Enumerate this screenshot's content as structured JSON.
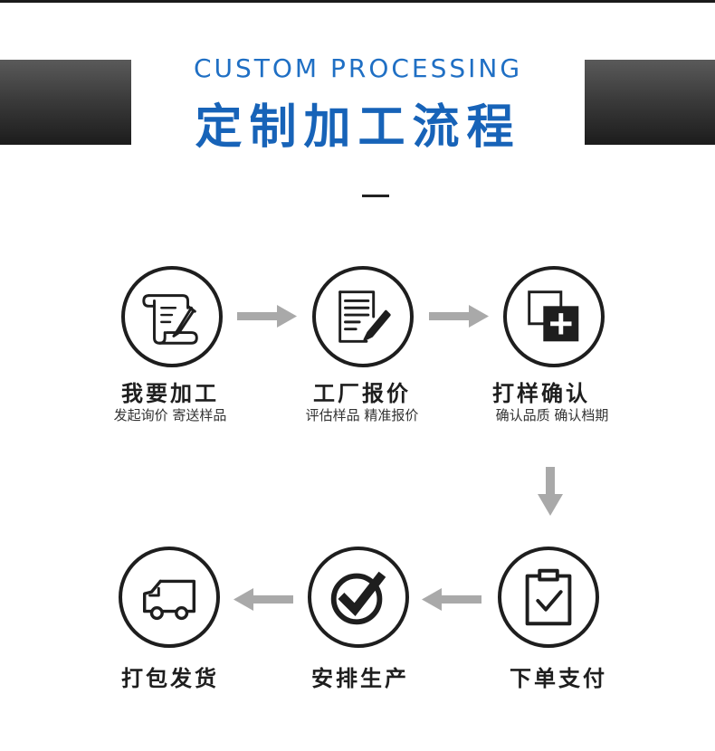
{
  "header": {
    "title_en": "CUSTOM PROCESSING",
    "title_cn": "定制加工流程"
  },
  "colors": {
    "accent": "#1763b8",
    "circle_border": "#1e1e1e",
    "arrow": "#a9a9a9"
  },
  "steps": [
    {
      "title": "我要加工",
      "subtitle": "发起询价  寄送样品",
      "icon": "scroll-pen-icon"
    },
    {
      "title": "工厂报价",
      "subtitle": "评估样品  精准报价",
      "icon": "document-pencil-icon"
    },
    {
      "title": "打样确认",
      "subtitle": "确认品质  确认档期",
      "icon": "layered-squares-plus-icon"
    },
    {
      "title": "下单支付",
      "subtitle": "",
      "icon": "clipboard-check-icon"
    },
    {
      "title": "安排生产",
      "subtitle": "",
      "icon": "check-circle-icon"
    },
    {
      "title": "打包发货",
      "subtitle": "",
      "icon": "delivery-truck-icon"
    }
  ]
}
